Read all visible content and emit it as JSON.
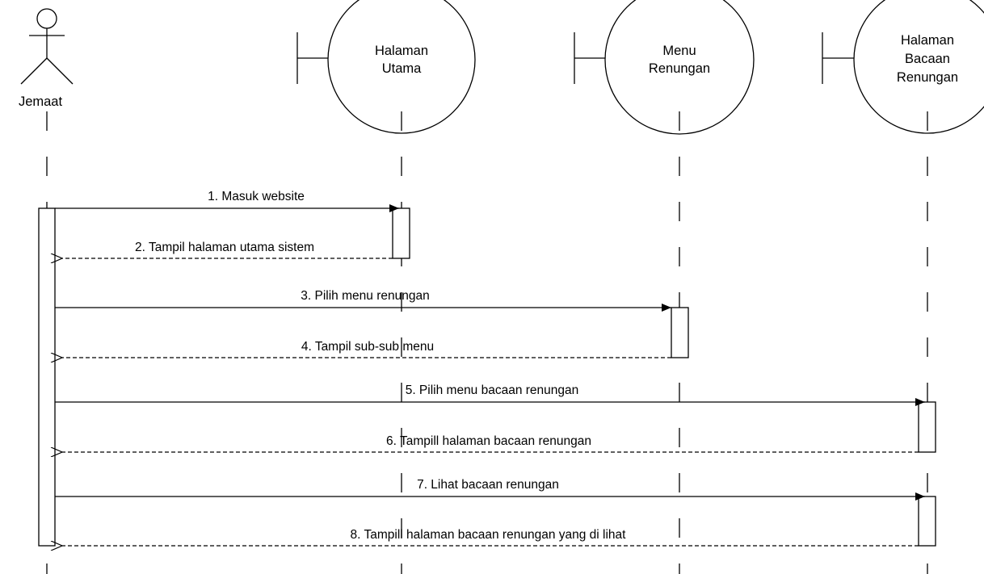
{
  "actor": {
    "name": "Jemaat"
  },
  "boundaries": [
    {
      "lines": [
        "Halaman",
        "Utama"
      ]
    },
    {
      "lines": [
        "Menu",
        "Renungan"
      ]
    },
    {
      "lines": [
        "Halaman",
        "Bacaan",
        "Renungan"
      ]
    }
  ],
  "messages": [
    {
      "text": "1. Masuk website",
      "type": "sync"
    },
    {
      "text": "2. Tampil halaman utama sistem",
      "type": "return"
    },
    {
      "text": "3. Pilih menu renungan",
      "type": "sync"
    },
    {
      "text": "4. Tampil sub-sub menu",
      "type": "return"
    },
    {
      "text": "5. Pilih menu bacaan renungan",
      "type": "sync"
    },
    {
      "text": "6. Tampill halaman bacaan renungan",
      "type": "return"
    },
    {
      "text": "7. Lihat bacaan renungan",
      "type": "sync"
    },
    {
      "text": "8. Tampill halaman bacaan renungan yang di lihat",
      "type": "return"
    }
  ]
}
